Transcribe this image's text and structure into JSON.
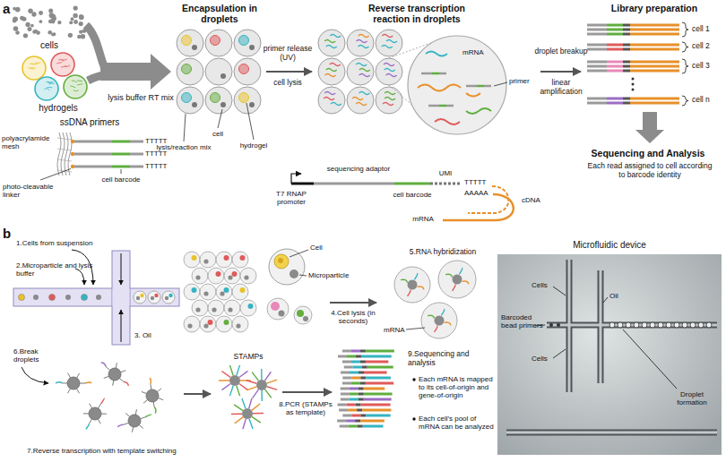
{
  "diagram": {
    "nodes": [
      {
        "text": [
          "Microfluidic device",
          "Cells",
          "Barcoded bead primers",
          "Oil",
          "Cells",
          "Droplet formation"
        ]
      }
    ],
    "labels": [
      "a",
      "cells",
      "hydrogels",
      "ssDNA primers",
      "TTTTT",
      "TTTTT",
      "TTTTT",
      "polyacrylamide mesh",
      "photo-cleavable linker",
      "cell barcode",
      "lysis buffer RT mix",
      "Encapsulation in droplets",
      "cell",
      "lysis/reaction mix",
      "hydrogel",
      "primer release (UV)",
      "cell lysis",
      "Reverse transcription reaction in droplets",
      "mRNA",
      "primer",
      "T7 RNAP promoter",
      "sequencing adaptor",
      "cell barcode",
      "UMI",
      "TTTTT",
      "AAAAA",
      "mRNA",
      "cDNA",
      "droplet breakup",
      "linear amplification",
      "Library preparation",
      "cell 1",
      "cell 2",
      "cell 3",
      "cell n",
      "Sequencing and Analysis",
      "Each read assigned to cell according to barcode identity",
      "b",
      "1.Cells from suspension",
      "2.Microparticle and lysis buffer",
      "3. Oil",
      "Cell",
      "Microparticle",
      "4.Cell lysis (in seconds)",
      "5.RNA hybridization",
      "mRNA",
      "6.Break droplets",
      "7.Reverse transcription with template switching",
      "STAMPs",
      "8.PCR (STAMPs as template)",
      "9.Sequencing and analysis",
      "Each mRNA is mapped to its cell-of-origin and gene-of-origin",
      "Each cell's pool of mRNA can be analyzed"
    ]
  }
}
